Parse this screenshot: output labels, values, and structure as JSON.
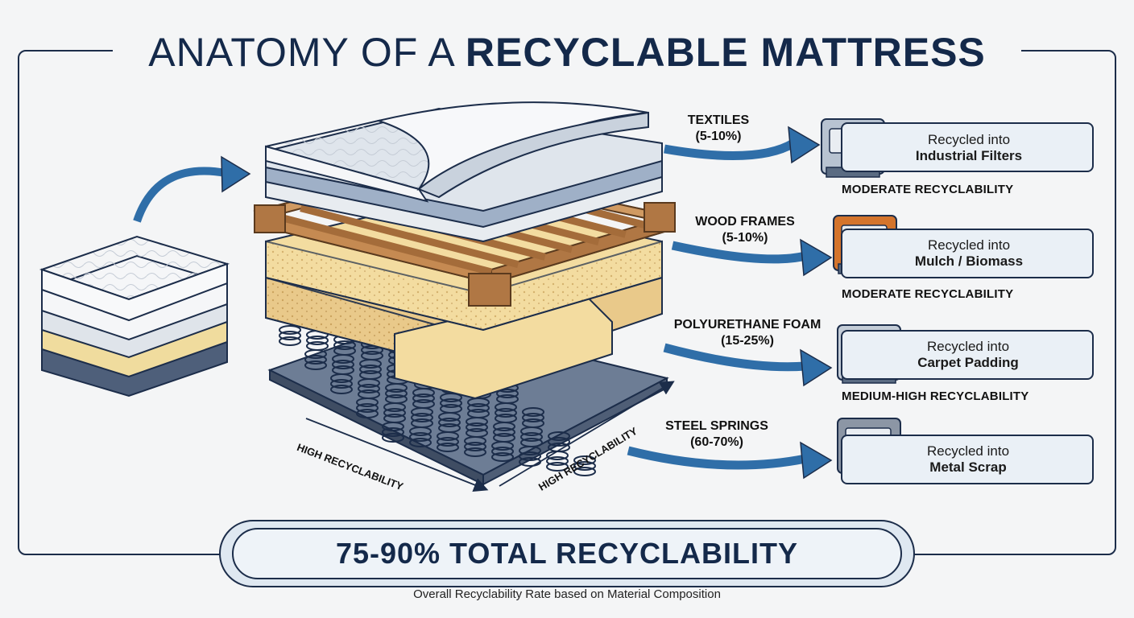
{
  "title": {
    "light": "ANATOMY OF A ",
    "bold": "RECYCLABLE MATTRESS"
  },
  "materials": [
    {
      "name": "TEXTILES",
      "share": "(5-10%)",
      "recycled_prefix": "Recycled into",
      "product": "Industrial Filters",
      "rating": "MODERATE RECYCLABILITY"
    },
    {
      "name": "WOOD FRAMES",
      "share": "(5-10%)",
      "recycled_prefix": "Recycled into",
      "product": "Mulch / Biomass",
      "rating": "MODERATE RECYCLABILITY"
    },
    {
      "name": "POLYURETHANE FOAM",
      "share": "(15-25%)",
      "recycled_prefix": "Recycled into",
      "product": "Carpet Padding",
      "rating": "MEDIUM-HIGH RECYCLABILITY"
    },
    {
      "name": "STEEL SPRINGS",
      "share": "(60-70%)",
      "recycled_prefix": "Recycled into",
      "product": "Metal Scrap",
      "rating": ""
    }
  ],
  "spring_axes": {
    "left": "HIGH RECYCLABILITY",
    "right": "HIGH RECYCLABILITY"
  },
  "summary": {
    "headline": "75-90% TOTAL RECYCLABILITY",
    "caption": "Overall Recyclability Rate based on Material Composition"
  },
  "icons": {
    "machines": [
      "loom-machine-icon",
      "wood-chipper-icon",
      "foam-press-icon",
      "metal-shredder-icon"
    ],
    "products": [
      "filter-stack-icon",
      "wood-chips-icon",
      "carpet-roll-icon",
      "metal-scrap-icon"
    ],
    "banner": [
      "springs-icon",
      "foam-block-icon",
      "wood-chips-icon",
      "metal-scrap-icon"
    ]
  },
  "colors": {
    "navy": "#14294a",
    "arrow_blue": "#2f6ea8",
    "foam": "#f3dca0",
    "wood": "#c58a52",
    "steel": "#5a6b82"
  }
}
